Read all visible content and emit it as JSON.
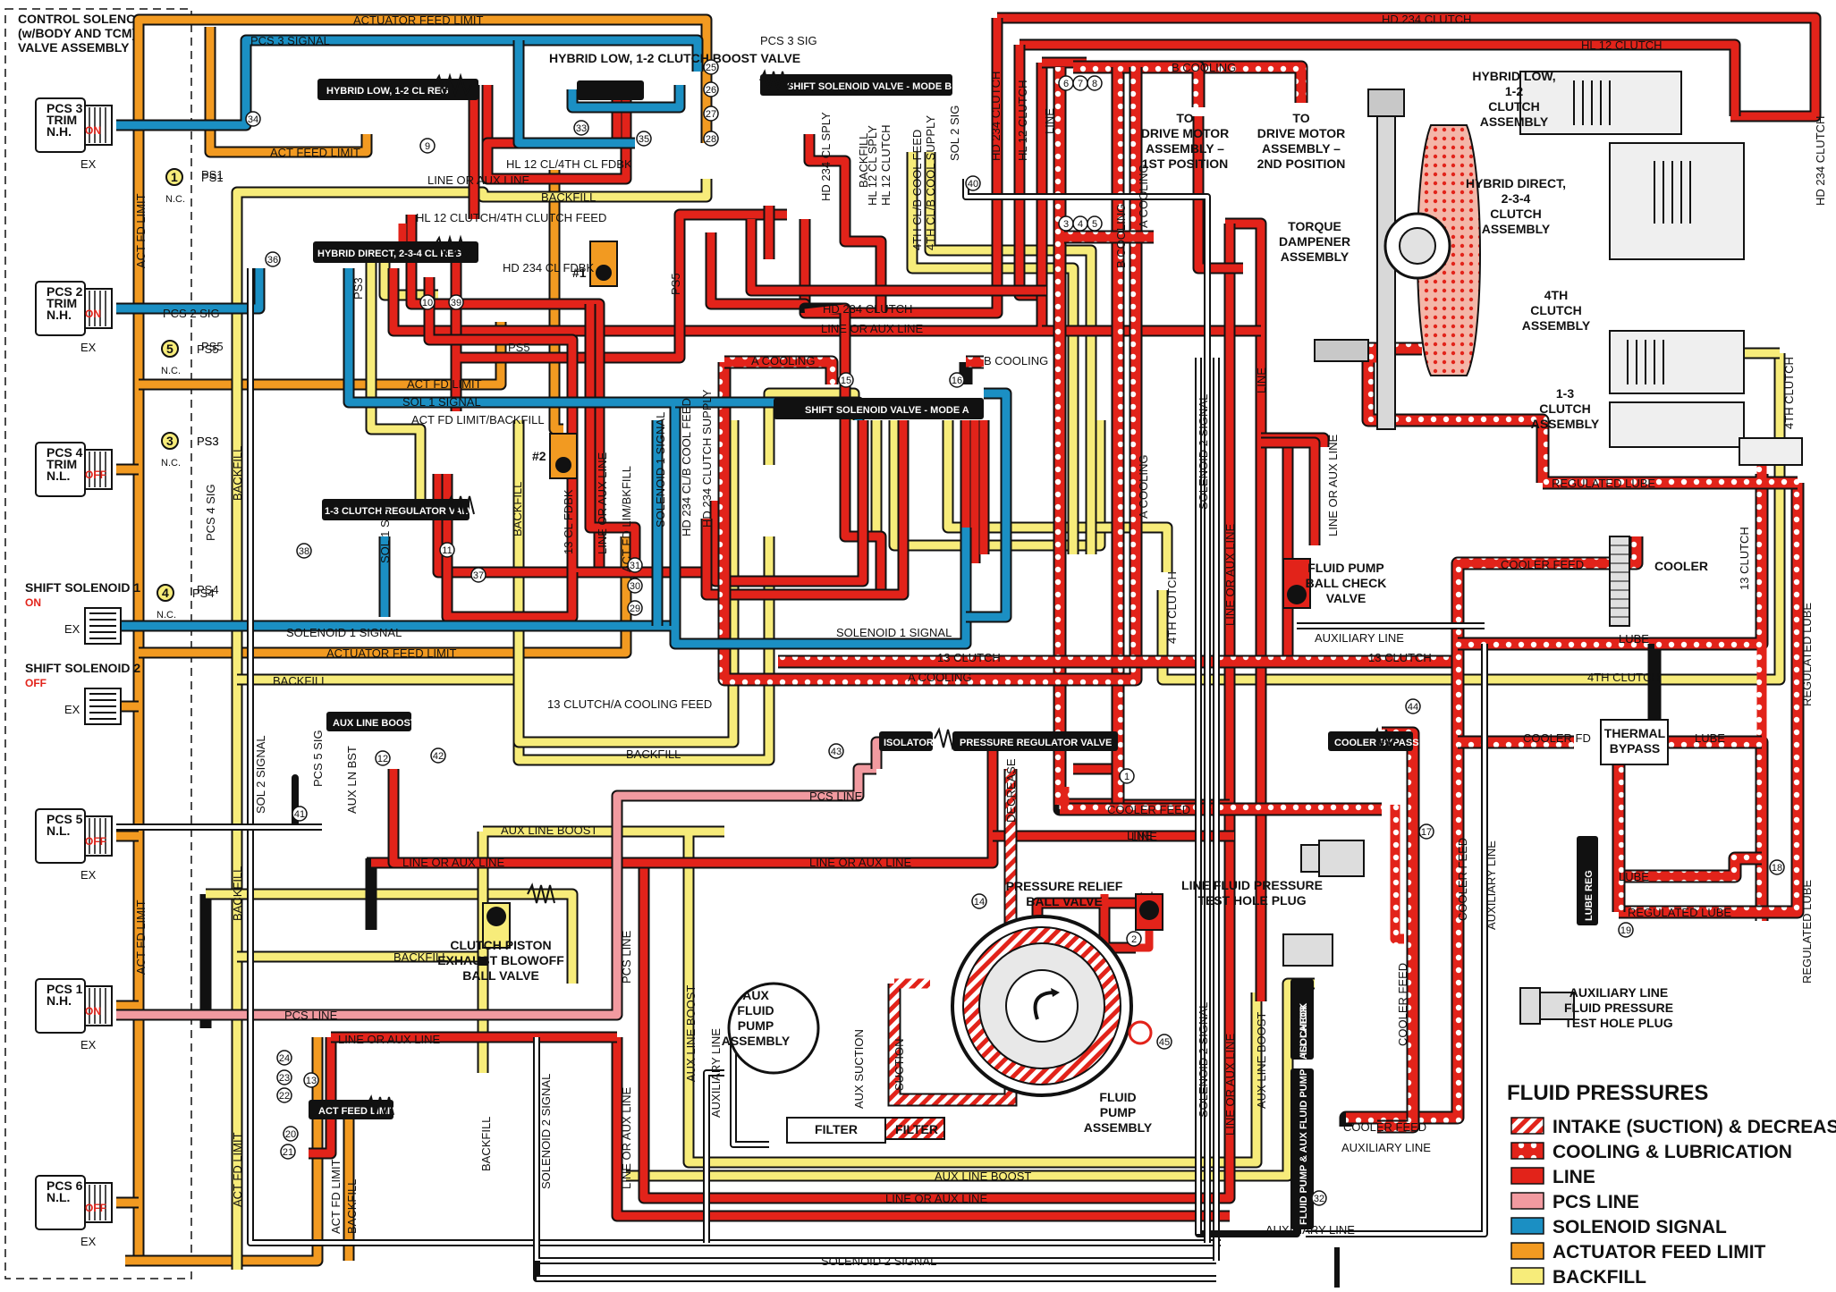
{
  "colors": {
    "line": "#e2231a",
    "pcs_line": "#f19aa0",
    "solenoid_signal": "#1b8fc3",
    "actuator_feed_limit": "#f29a21",
    "backfill": "#f7ec7a",
    "cooling": "#e2231a",
    "outline": "#111111",
    "valve_body": "#111111"
  },
  "control_box": {
    "title": "CONTROL SOLENOID (w/BODY AND TCM) VALVE ASSEMBLY",
    "title_lines": [
      "CONTROL SOLENOID",
      "(w/BODY AND  TCM)",
      "VALVE ASSEMBLY"
    ]
  },
  "solenoids": [
    {
      "id": "pcs3",
      "lines": [
        "PCS 3",
        "TRIM",
        "N.H."
      ],
      "state": "ON",
      "ex": "EX"
    },
    {
      "id": "pcs2",
      "lines": [
        "PCS 2",
        "TRIM",
        "N.H."
      ],
      "state": "ON",
      "ex": "EX"
    },
    {
      "id": "pcs4",
      "lines": [
        "PCS 4",
        "TRIM",
        "N.L."
      ],
      "state": "OFF",
      "ex": ""
    },
    {
      "id": "shift1",
      "lines": [
        "SHIFT SOLENOID 1"
      ],
      "state": "ON",
      "ex": "EX"
    },
    {
      "id": "shift2",
      "lines": [
        "SHIFT SOLENOID 2"
      ],
      "state": "OFF",
      "ex": "EX"
    },
    {
      "id": "pcs5",
      "lines": [
        "PCS 5",
        "N.L."
      ],
      "state": "OFF",
      "ex": "EX"
    },
    {
      "id": "pcs1",
      "lines": [
        "PCS 1",
        "N.H."
      ],
      "state": "ON",
      "ex": "EX"
    },
    {
      "id": "pcs6",
      "lines": [
        "PCS 6",
        "N.L."
      ],
      "state": "OFF",
      "ex": "EX"
    }
  ],
  "pressure_switches": [
    {
      "num": "1",
      "label": "PS1",
      "nc": "N.C."
    },
    {
      "num": "5",
      "label": "PS5",
      "nc": "N.C."
    },
    {
      "num": "3",
      "label": "PS3",
      "nc": "N.C."
    },
    {
      "num": "4",
      "label": "PS4",
      "nc": "N.C."
    }
  ],
  "valves": {
    "hybrid_low": "HYBRID LOW, 1-2 CL REG",
    "hybrid_low_boost": "HYBRID LOW, 1-2 CLUTCH BOOST VALVE",
    "shift_b": "SHIFT SOLENOID VALVE - MODE B",
    "hybrid_direct": "HYBRID DIRECT, 2-3-4 CL REG",
    "shift_a": "SHIFT SOLENOID VALVE - MODE A",
    "clutch13": "1-3 CLUTCH REGULATOR VALVE",
    "aux_boost": "AUX LINE BOOST",
    "isolator": "ISOLATOR",
    "pressure_reg": "PRESSURE REGULATOR VALVE",
    "cooler_bypass": "COOLER BYPASS",
    "act_feed": "ACT FEED LIMIT",
    "lube_reg": "LUBE REG",
    "isolator_v": "ISOLATOR",
    "fluid_pump_aux": "FLUID PUMP & AUX FLUID PUMP BALL CHECK"
  },
  "line_labels": {
    "actuator_feed_limit": "ACTUATOR FEED LIMIT",
    "hd234_clutch": "HD 234 CLUTCH",
    "hl12_clutch": "HL 12 CLUTCH",
    "pcs3_signal": "PCS 3 SIGNAL",
    "pcs3_sig": "PCS 3 SIG",
    "b_cooling": "B COOLING",
    "act_feed_limit": "ACT FEED LIMIT",
    "act_fd_limit": "ACT FD LIMIT",
    "act_fd_limit_backfill": "ACT FD LIMIT/BACKFILL",
    "backfill": "BACKFILL",
    "line_or_aux": "LINE OR AUX LINE",
    "hl12_4th_fdbk": "HL 12 CL/4TH CL FDBK",
    "hl12_4th_feed": "HL 12 CLUTCH/4TH CLUTCH FEED",
    "hd234_fdbk": "HD 234 CL FDBK",
    "hd234_clutch_h": "HD 234 CLUTCH",
    "ps5": "PS5",
    "pcs2_sig": "PCS 2 SIG",
    "a_cooling": "A COOLING",
    "b_cooling2": "B COOLING",
    "sol1_signal": "SOL 1 SIGNAL",
    "ps3": "PS3",
    "ps4": "PS4",
    "ps1": "PS1",
    "solenoid1_signal": "SOLENOID 1 SIGNAL",
    "clutch13": "13 CLUTCH",
    "a_cooling2": "A COOLING",
    "fourth_clutch": "4TH CLUTCH",
    "cl13_a_cooling_feed": "13 CLUTCH/A COOLING FEED",
    "aux_line_boost": "AUX LINE BOOST",
    "pcs_line": "PCS LINE",
    "line": "LINE",
    "cooler_feed": "COOLER FEED",
    "cooler_fd": "COOLER FD",
    "lube": "LUBE",
    "regulated_lube": "REGULATED LUBE",
    "auxiliary_line": "AUXILIARY LINE",
    "solenoid2_signal": "SOLENOID 2 SIGNAL",
    "aux_suction": "AUX SUCTION",
    "suction": "SUCTION",
    "decrease": "DECREASE",
    "sol2_signal": "SOL 2 SIGNAL",
    "pcs5_sig": "PCS 5 SIG",
    "pcs4_sig": "PCS 4 SIG",
    "sol1_sig": "SOL 1 SIG",
    "ps5_v": "PS5",
    "ps3_v": "PS3",
    "hd234_cl_sply": "HD 234 CL SPLY",
    "sol2_sig": "SOL 2 SIG",
    "cl4_cb_cool_feed": "4TH CL/B COOL FEED",
    "cl4_cb_cool_supply": "4TH CL/B COOL SUPPLY",
    "hl12_clutch_v": "HL 12 CLUTCH",
    "hl12_cl_sply": "HL 12 CL SPLY",
    "hd234_cb_cool_feed": "HD 234 CL/B COOL FEED",
    "hd234_clutch_supply": "HD 234 CLUTCH SUPPLY",
    "cl13_fdbk": "13 CL FDBK",
    "act_fd_lim_bkfill": "ACT FD LIM/BKFILL",
    "solenoid1_signal_v": "SOLENOID 1 SIGNAL",
    "aux_ln_bst": "AUX LN BST",
    "regulated_lube2": "REGULATED LUBE",
    "cooler_feed2": "COOLER FEED",
    "aux_line": "AUXILIARY LINE"
  },
  "components": {
    "drive_motor_1": [
      "TO",
      "DRIVE MOTOR",
      "ASSEMBLY –",
      "1ST POSITION"
    ],
    "drive_motor_2": [
      "TO",
      "DRIVE MOTOR",
      "ASSEMBLY –",
      "2ND POSITION"
    ],
    "torque_dampener": [
      "TORQUE",
      "DAMPENER",
      "ASSEMBLY"
    ],
    "hybrid_low": [
      "HYBRID LOW,",
      "1-2",
      "CLUTCH",
      "ASSEMBLY"
    ],
    "hybrid_direct": [
      "HYBRID DIRECT,",
      "2-3-4",
      "CLUTCH",
      "ASSEMBLY"
    ],
    "fourth_clutch": [
      "4TH",
      "CLUTCH",
      "ASSEMBLY"
    ],
    "clutch13": [
      "1-3",
      "CLUTCH",
      "ASSEMBLY"
    ],
    "cooler": "COOLER",
    "thermal_bypass": [
      "THERMAL",
      "BYPASS"
    ],
    "fluid_pump_ball_check": [
      "FLUID PUMP",
      "BALL CHECK",
      "VALVE"
    ],
    "line_test_plug": [
      "LINE FLUID PRESSURE",
      "TEST HOLE PLUG"
    ],
    "aux_test_plug": [
      "AUXILIARY LINE",
      "FLUID PRESSURE",
      "TEST HOLE PLUG"
    ],
    "pressure_relief": [
      "PRESSURE RELIEF",
      "BALL VALVE"
    ],
    "clutch_piston": [
      "CLUTCH PISTON",
      "EXHAUST BLOWOFF",
      "BALL VALVE"
    ],
    "aux_fluid_pump": [
      "AUX",
      "FLUID",
      "PUMP",
      "ASSEMBLY"
    ],
    "fluid_pump": [
      "FLUID",
      "PUMP",
      "ASSEMBLY"
    ],
    "filter1": "FILTER",
    "filter2": "FILTER"
  },
  "checkballs": [
    "#1",
    "#2"
  ],
  "ports": [
    "1",
    "2",
    "6",
    "7",
    "8",
    "3",
    "4",
    "5",
    "9",
    "10",
    "11",
    "12",
    "13",
    "14",
    "15",
    "16",
    "17",
    "18",
    "19",
    "20",
    "21",
    "22",
    "23",
    "24",
    "25",
    "26",
    "27",
    "28",
    "29",
    "30",
    "31",
    "32",
    "33",
    "34",
    "35",
    "36",
    "37",
    "38",
    "39",
    "40",
    "41",
    "42",
    "43",
    "44",
    "45"
  ],
  "legend": {
    "title": "FLUID PRESSURES",
    "items": [
      {
        "label": "INTAKE (SUCTION) & DECREASE",
        "style": "hatch"
      },
      {
        "label": "COOLING & LUBRICATION",
        "style": "dots"
      },
      {
        "label": "LINE",
        "style": "line"
      },
      {
        "label": "PCS LINE",
        "style": "pcs"
      },
      {
        "label": "SOLENOID SIGNAL",
        "style": "solenoid"
      },
      {
        "label": "ACTUATOR FEED LIMIT",
        "style": "actuator"
      },
      {
        "label": "BACKFILL",
        "style": "backfill"
      }
    ]
  },
  "misc": {
    "ex": "EX",
    "nc": "N.C."
  }
}
